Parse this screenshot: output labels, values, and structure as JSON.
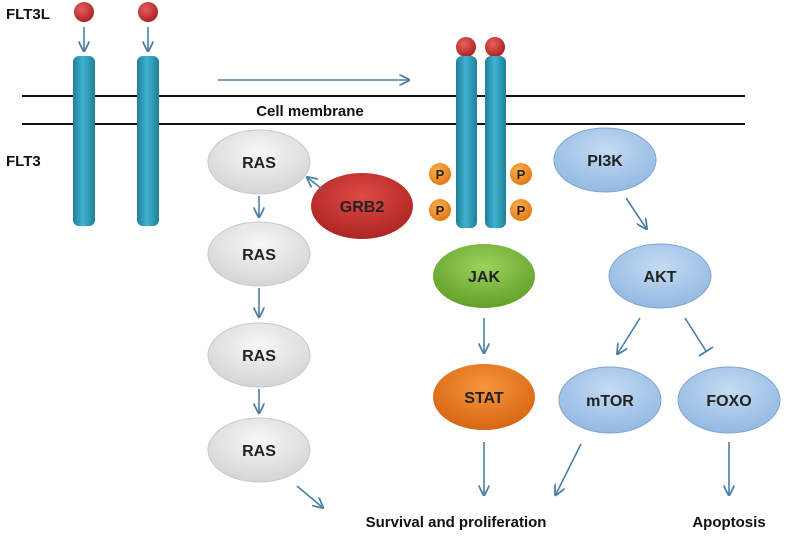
{
  "labels": {
    "ligand": "FLT3L",
    "receptor": "FLT3",
    "membrane": "Cell membrane",
    "survival": "Survival and proliferation",
    "apoptosis": "Apoptosis",
    "phospho": "P"
  },
  "nodes": {
    "ras_1": "RAS",
    "ras_2": "RAS",
    "ras_3": "RAS",
    "ras_4": "RAS",
    "grb2": "GRB2",
    "jak": "JAK",
    "stat": "STAT",
    "pi3k": "PI3K",
    "akt": "AKT",
    "mtor": "mTOR",
    "foxo": "FOXO"
  },
  "colors": {
    "receptor": "#2e9fba",
    "ligand": "#c0282a",
    "arrow": "#4b7fa6",
    "ras": "#e6e6e6",
    "grb2": "#c62f2c",
    "jak": "#7cbc3b",
    "stat": "#e8741c",
    "pi3k_family": "#a6c7ea",
    "phospho": "#f08a1e"
  }
}
